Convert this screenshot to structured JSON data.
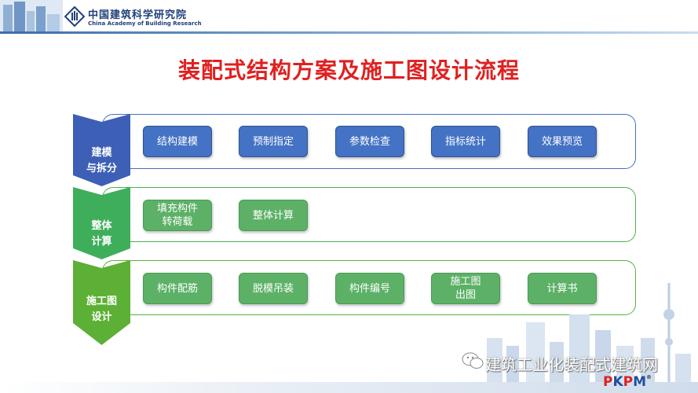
{
  "header": {
    "org_name_cn": "中国建筑科学研究院",
    "org_name_en": "China Academy of Building Research"
  },
  "title": "装配式结构方案及施工图设计流程",
  "stages": [
    {
      "label_lines": [
        "建模",
        "与拆分"
      ],
      "color": "#3d5fb5",
      "steps": [
        {
          "text": "结构建模"
        },
        {
          "text": "预制指定"
        },
        {
          "text": "参数检查"
        },
        {
          "text": "指标统计"
        },
        {
          "text": "效果预览"
        }
      ]
    },
    {
      "label_lines": [
        "整体",
        "计算"
      ],
      "color": "#3fae5b",
      "steps": [
        {
          "text": "填充构件转荷载"
        },
        {
          "text": "整体计算"
        }
      ]
    },
    {
      "label_lines": [
        "施工图",
        "设计"
      ],
      "color": "#5cb035",
      "steps": [
        {
          "text": "构件配筋"
        },
        {
          "text": "脱模吊装"
        },
        {
          "text": "构件编号"
        },
        {
          "text": "施工图出图"
        },
        {
          "text": "计算书"
        }
      ]
    }
  ],
  "watermark": "建筑工业化装配式建筑网",
  "brand": {
    "text": "PKPM",
    "colors": [
      "#e02020",
      "#1f4fa0",
      "#e02020",
      "#1f4fa0"
    ]
  }
}
